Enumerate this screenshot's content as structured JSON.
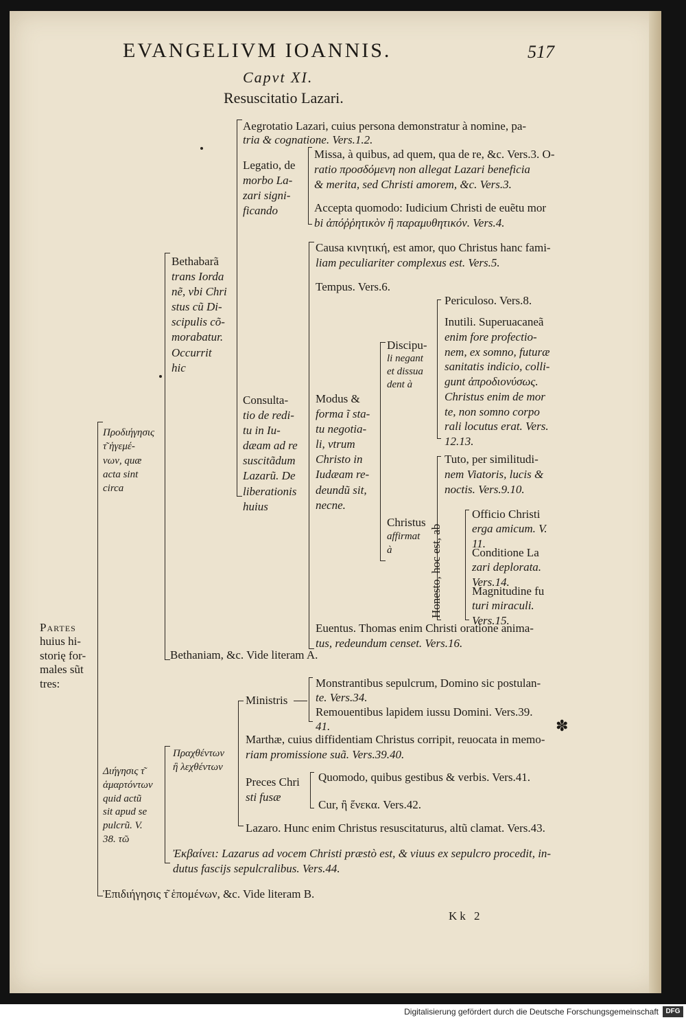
{
  "page": {
    "header_title": "EVANGELIVM IOANNIS.",
    "folio": "517",
    "chapter": "Capvt XI.",
    "rubric": "Resuscitatio Lazari.",
    "signature": "Kk 2"
  },
  "root": {
    "label_lines": [
      "Partes",
      "huius hi-",
      "storię for-",
      "males sũt",
      "tres:"
    ]
  },
  "part1": {
    "label_lines": [
      "Προδιήγησις",
      "τ͂ ἡγεμέ-",
      "νων, quæ",
      "acta sint",
      "circa"
    ],
    "bethabara_lines": [
      "Bethabarã",
      "trans Iorda",
      "nẽ, vbi Chri",
      "stus cũ Di-",
      "scipulis cõ-",
      "morabatur.",
      "Occurrit",
      "hic"
    ],
    "aegrotatio_lines": [
      "Aegrotatio Lazari, cuius persona demonstratur à nomine, pa-",
      "tria & cognatione. Vers.1.2."
    ],
    "legatio_lines": [
      "Legatio, de",
      "morbo La-",
      "zari signi-",
      "ficando"
    ],
    "missa_lines": [
      "Missa, à quibus, ad quem, qua de re, &c. Vers.3. O-",
      "ratio προσδόμενη non allegat Lazari beneficia",
      "& merita, sed Christi amorem, &c. Vers.3."
    ],
    "accepta_lines": [
      "Accepta quomodo: Iudicium Christi de euẽtu mor",
      "bi ἀπόῤῥητικὸν ἢ παραμυθητικόν. Vers.4."
    ],
    "consultatio_lines": [
      "Consulta-",
      "tio de redi-",
      "tu in Iu-",
      "dæam ad re",
      "suscitãdum",
      "Lazarũ. De",
      "liberationis",
      "huius"
    ],
    "causa_lines": [
      "Causa κινητική, est amor, quo Christus hanc fami-",
      "liam peculiariter complexus est. Vers.5."
    ],
    "tempus": "Tempus. Vers.6.",
    "modus_lines": [
      "Modus &",
      "forma ĩ sta-",
      "tu negotia-",
      "li, vtrum",
      "Christo in",
      "Iudæam re-",
      "deundũ sit,",
      "necne."
    ],
    "discipuli_lines": [
      "Discipu-",
      "li negant",
      "et dissua",
      "dent à"
    ],
    "periculoso": "Periculoso. Vers.8.",
    "inutili_lines": [
      "Inutili. Superuacaneã",
      "enim fore profectio-",
      "nem, ex somno, futuræ",
      "sanitatis indicio, colli-",
      "gunt ἀπροδιονύσως.",
      "Christus enim de mor",
      "te, non somno corpo",
      "rali locutus erat. Vers.",
      "12.13."
    ],
    "tuto_lines": [
      "Tuto, per similitudi-",
      "nem Viatoris, lucis &",
      "noctis. Vers.9.10."
    ],
    "christus_lines": [
      "Christus",
      "affirmat",
      "à"
    ],
    "honesto": "Honesto, hoc est, ab",
    "officio_lines": [
      "Officio Christi",
      "erga amicum. V.",
      "11."
    ],
    "conditione_lines": [
      "Conditione La",
      "zari deplorata.",
      "Vers.14."
    ],
    "magnitudine_lines": [
      "Magnitudine fu",
      "turi miraculi.",
      "Vers.15."
    ],
    "euentus_lines": [
      "Euentus. Thomas enim Christi oratione anima-",
      "tus, redeundum censet. Vers.16."
    ],
    "bethaniam": "Bethaniam, &c. Vide literam A."
  },
  "part2": {
    "label_lines": [
      "Διήγησις τ͂",
      "ἁμαρτόντων",
      "quid actũ",
      "sit apud se",
      "pulcrũ. V.",
      "38. τῶ"
    ],
    "prax_lines": [
      "Πραχθέντων",
      "ἢ λεχθέντων"
    ],
    "ministris": "Ministris",
    "monstrantibus_lines": [
      "Monstrantibus sepulcrum, Domino sic postulan-",
      "te. Vers.34."
    ],
    "remouentibus_lines": [
      "Remouentibus lapidem iussu Domini. Vers.39.",
      "41."
    ],
    "marthae_lines": [
      "Marthæ, cuius diffidentiam Christus corripit, reuocata in memo-",
      "riam promissione suã. Vers.39.40."
    ],
    "preces_lines": [
      "Preces Chri",
      "sti fusæ"
    ],
    "quomodo": "Quomodo, quibus gestibus & verbis. Vers.41.",
    "cur": "Cur, ἢ ἕνεκα. Vers.42.",
    "lazaro": "Lazaro. Hunc enim Christus resuscitaturus, altũ clamat. Vers.43.",
    "exodus_lines": [
      "Ἐκβαίνει: Lazarus ad vocem Christi præstò est, & viuus ex sepulcro procedit, in-",
      "dutus fascijs sepulcralibus. Vers.44."
    ]
  },
  "part3": {
    "label": "Ἐπιδιήγησις τ͂ ἑπομένων, &c. Vide literam B."
  },
  "footer": {
    "credit": "Digitalisierung gefördert durch die Deutsche Forschungsgemeinschaft",
    "logo": "DFG"
  },
  "colors": {
    "paper": "#ece3cf",
    "ink": "#1d1a16",
    "background": "#121212"
  }
}
